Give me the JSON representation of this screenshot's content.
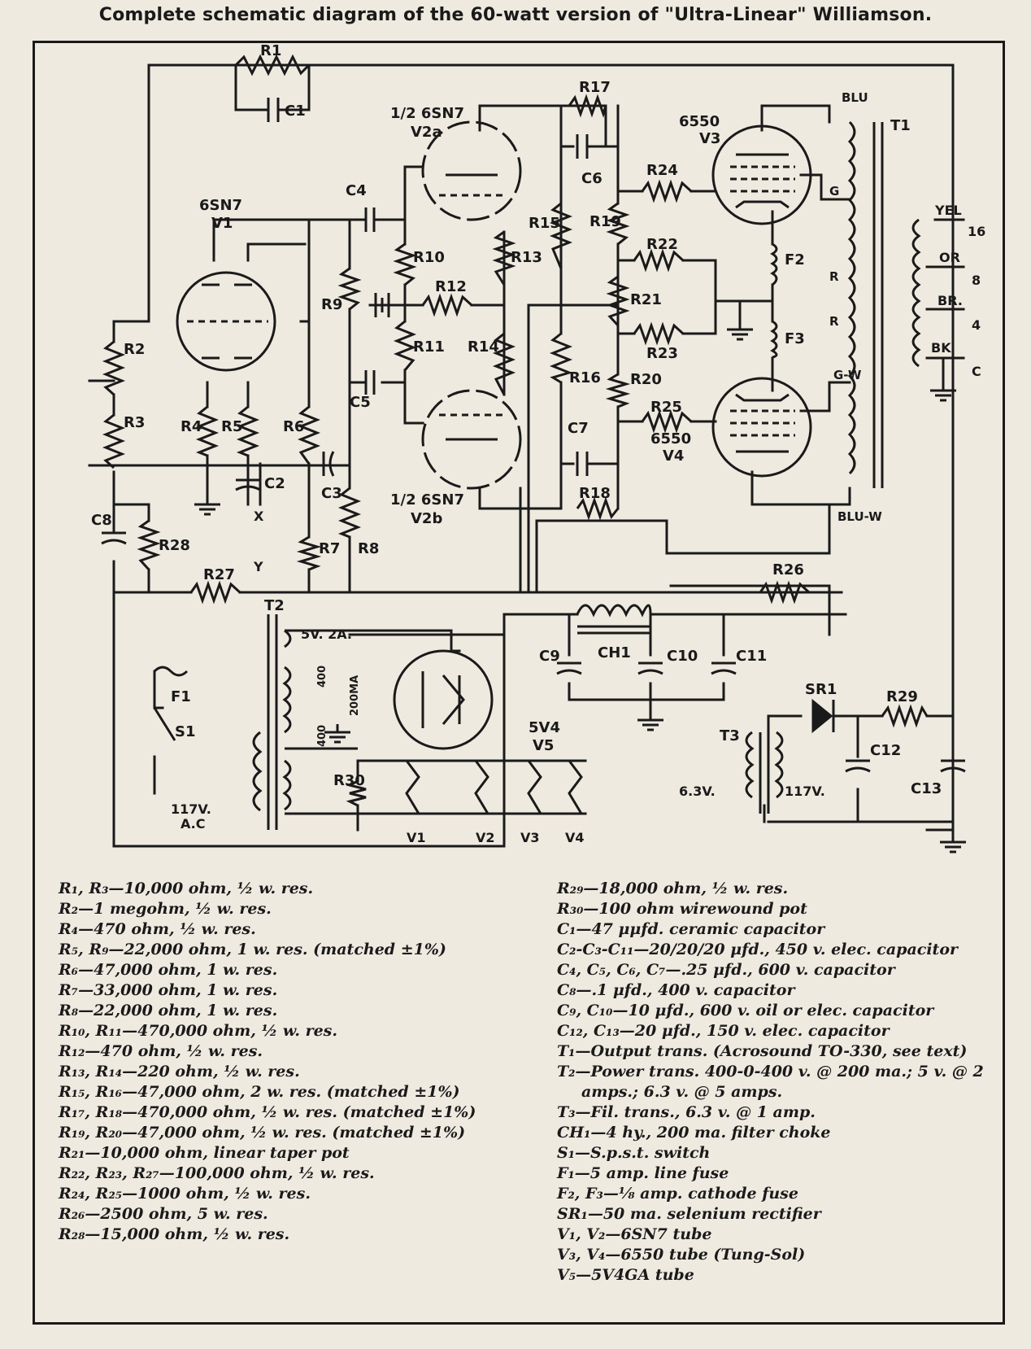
{
  "title": "Complete schematic diagram of the 60-watt version of \"Ultra-Linear\" Williamson.",
  "labels": {
    "R1": "R1",
    "C1": "C1",
    "R2": "R2",
    "R3": "R3",
    "R4": "R4",
    "R5": "R5",
    "R6": "R6",
    "R7": "R7",
    "R8": "R8",
    "R9": "R9",
    "R10": "R10",
    "R11": "R11",
    "R12": "R12",
    "R13": "R13",
    "R14": "R14",
    "R15": "R15",
    "R16": "R16",
    "R17": "R17",
    "R18": "R18",
    "R19": "R19",
    "R20": "R20",
    "R21": "R21",
    "R22": "R22",
    "R23": "R23",
    "R24": "R24",
    "R25": "R25",
    "R26": "R26",
    "R27": "R27",
    "R28": "R28",
    "R29": "R29",
    "R30": "R30",
    "C2": "C2",
    "C3": "C3",
    "C4": "C4",
    "C5": "C5",
    "C6": "C6",
    "C7": "C7",
    "C8": "C8",
    "C9": "C9",
    "C10": "C10",
    "C11": "C11",
    "C12": "C12",
    "C13": "C13",
    "V1_type": "6SN7",
    "V1": "V1",
    "V2a_type": "1/2 6SN7",
    "V2a": "V2a",
    "V2b_type": "1/2 6SN7",
    "V2b": "V2b",
    "V3_type": "6550",
    "V3": "V3",
    "V4_type": "6550",
    "V4": "V4",
    "V5_type": "5V4",
    "V5": "V5",
    "T1": "T1",
    "T2": "T2",
    "T3": "T3",
    "CH1": "CH1",
    "F1": "F1",
    "F2": "F2",
    "F3": "F3",
    "S1": "S1",
    "SR1": "SR1",
    "BLU": "BLU",
    "BLU_W": "BLU-W",
    "G": "G",
    "G_W": "G-W",
    "R_tap1": "R",
    "R_tap2": "R",
    "YEL": "YEL",
    "OR": "OR",
    "BR": "BR.",
    "BK": "BK",
    "out16": "16",
    "out8": "8",
    "out4": "4",
    "outC": "C",
    "fiveV": "5V. 2A.",
    "ma200": "200MA",
    "v400a": "400",
    "v400b": "400",
    "sixthreeV": "6.3V.",
    "v117": "117V.",
    "v117ac": "117V.",
    "ac": "A.C",
    "X": "X",
    "Y": "Y",
    "heaterV1": "V1",
    "heaterV2": "V2",
    "heaterV3": "V3",
    "heaterV4": "V4"
  },
  "parts_list_left": [
    "R₁, R₃—10,000 ohm, ½ w. res.",
    "R₂—1 megohm, ½ w. res.",
    "R₄—470 ohm, ½ w. res.",
    "R₅, R₉—22,000 ohm, 1 w. res. (matched ±1%)",
    "R₆—47,000 ohm, 1 w. res.",
    "R₇—33,000 ohm, 1 w. res.",
    "R₈—22,000 ohm, 1 w. res.",
    "R₁₀, R₁₁—470,000 ohm, ½ w. res.",
    "R₁₂—470 ohm, ½ w. res.",
    "R₁₃, R₁₄—220 ohm, ½ w. res.",
    "R₁₅, R₁₆—47,000 ohm, 2 w. res. (matched ±1%)",
    "R₁₇, R₁₈—470,000 ohm, ½ w. res. (matched ±1%)",
    "R₁₉, R₂₀—47,000 ohm, ½ w. res. (matched ±1%)",
    "R₂₁—10,000 ohm, linear taper pot",
    "R₂₂, R₂₃, R₂₇—100,000 ohm, ½ w. res.",
    "R₂₄, R₂₅—1000 ohm, ½ w. res.",
    "R₂₆—2500 ohm, 5 w. res.",
    "R₂₈—15,000 ohm, ½ w. res."
  ],
  "parts_list_right": [
    "R₂₉—18,000 ohm, ½ w. res.",
    "R₃₀—100 ohm wirewound pot",
    "C₁—47 μμfd. ceramic capacitor",
    "C₂-C₃-C₁₁—20/20/20 μfd., 450 v. elec. capacitor",
    "C₄, C₅, C₆, C₇—.25 μfd., 600 v. capacitor",
    "C₈—.1 μfd., 400 v. capacitor",
    "C₉, C₁₀—10 μfd., 600 v. oil or elec. capacitor",
    "C₁₂, C₁₃—20 μfd., 150 v. elec. capacitor",
    "T₁—Output trans. (Acrosound TO-330, see text)",
    "T₂—Power trans. 400-0-400 v. @ 200 ma.; 5 v. @ 2 amps.; 6.3 v. @ 5 amps.",
    "T₃—Fil. trans., 6.3 v. @ 1 amp.",
    "CH₁—4 hy., 200 ma. filter choke",
    "S₁—S.p.s.t. switch",
    "F₁—5 amp. line fuse",
    "F₂, F₃—⅛ amp. cathode fuse",
    "SR₁—50 ma. selenium rectifier",
    "V₁, V₂—6SN7 tube",
    "V₃, V₄—6550 tube (Tung-Sol)",
    "V₅—5V4GA tube"
  ]
}
